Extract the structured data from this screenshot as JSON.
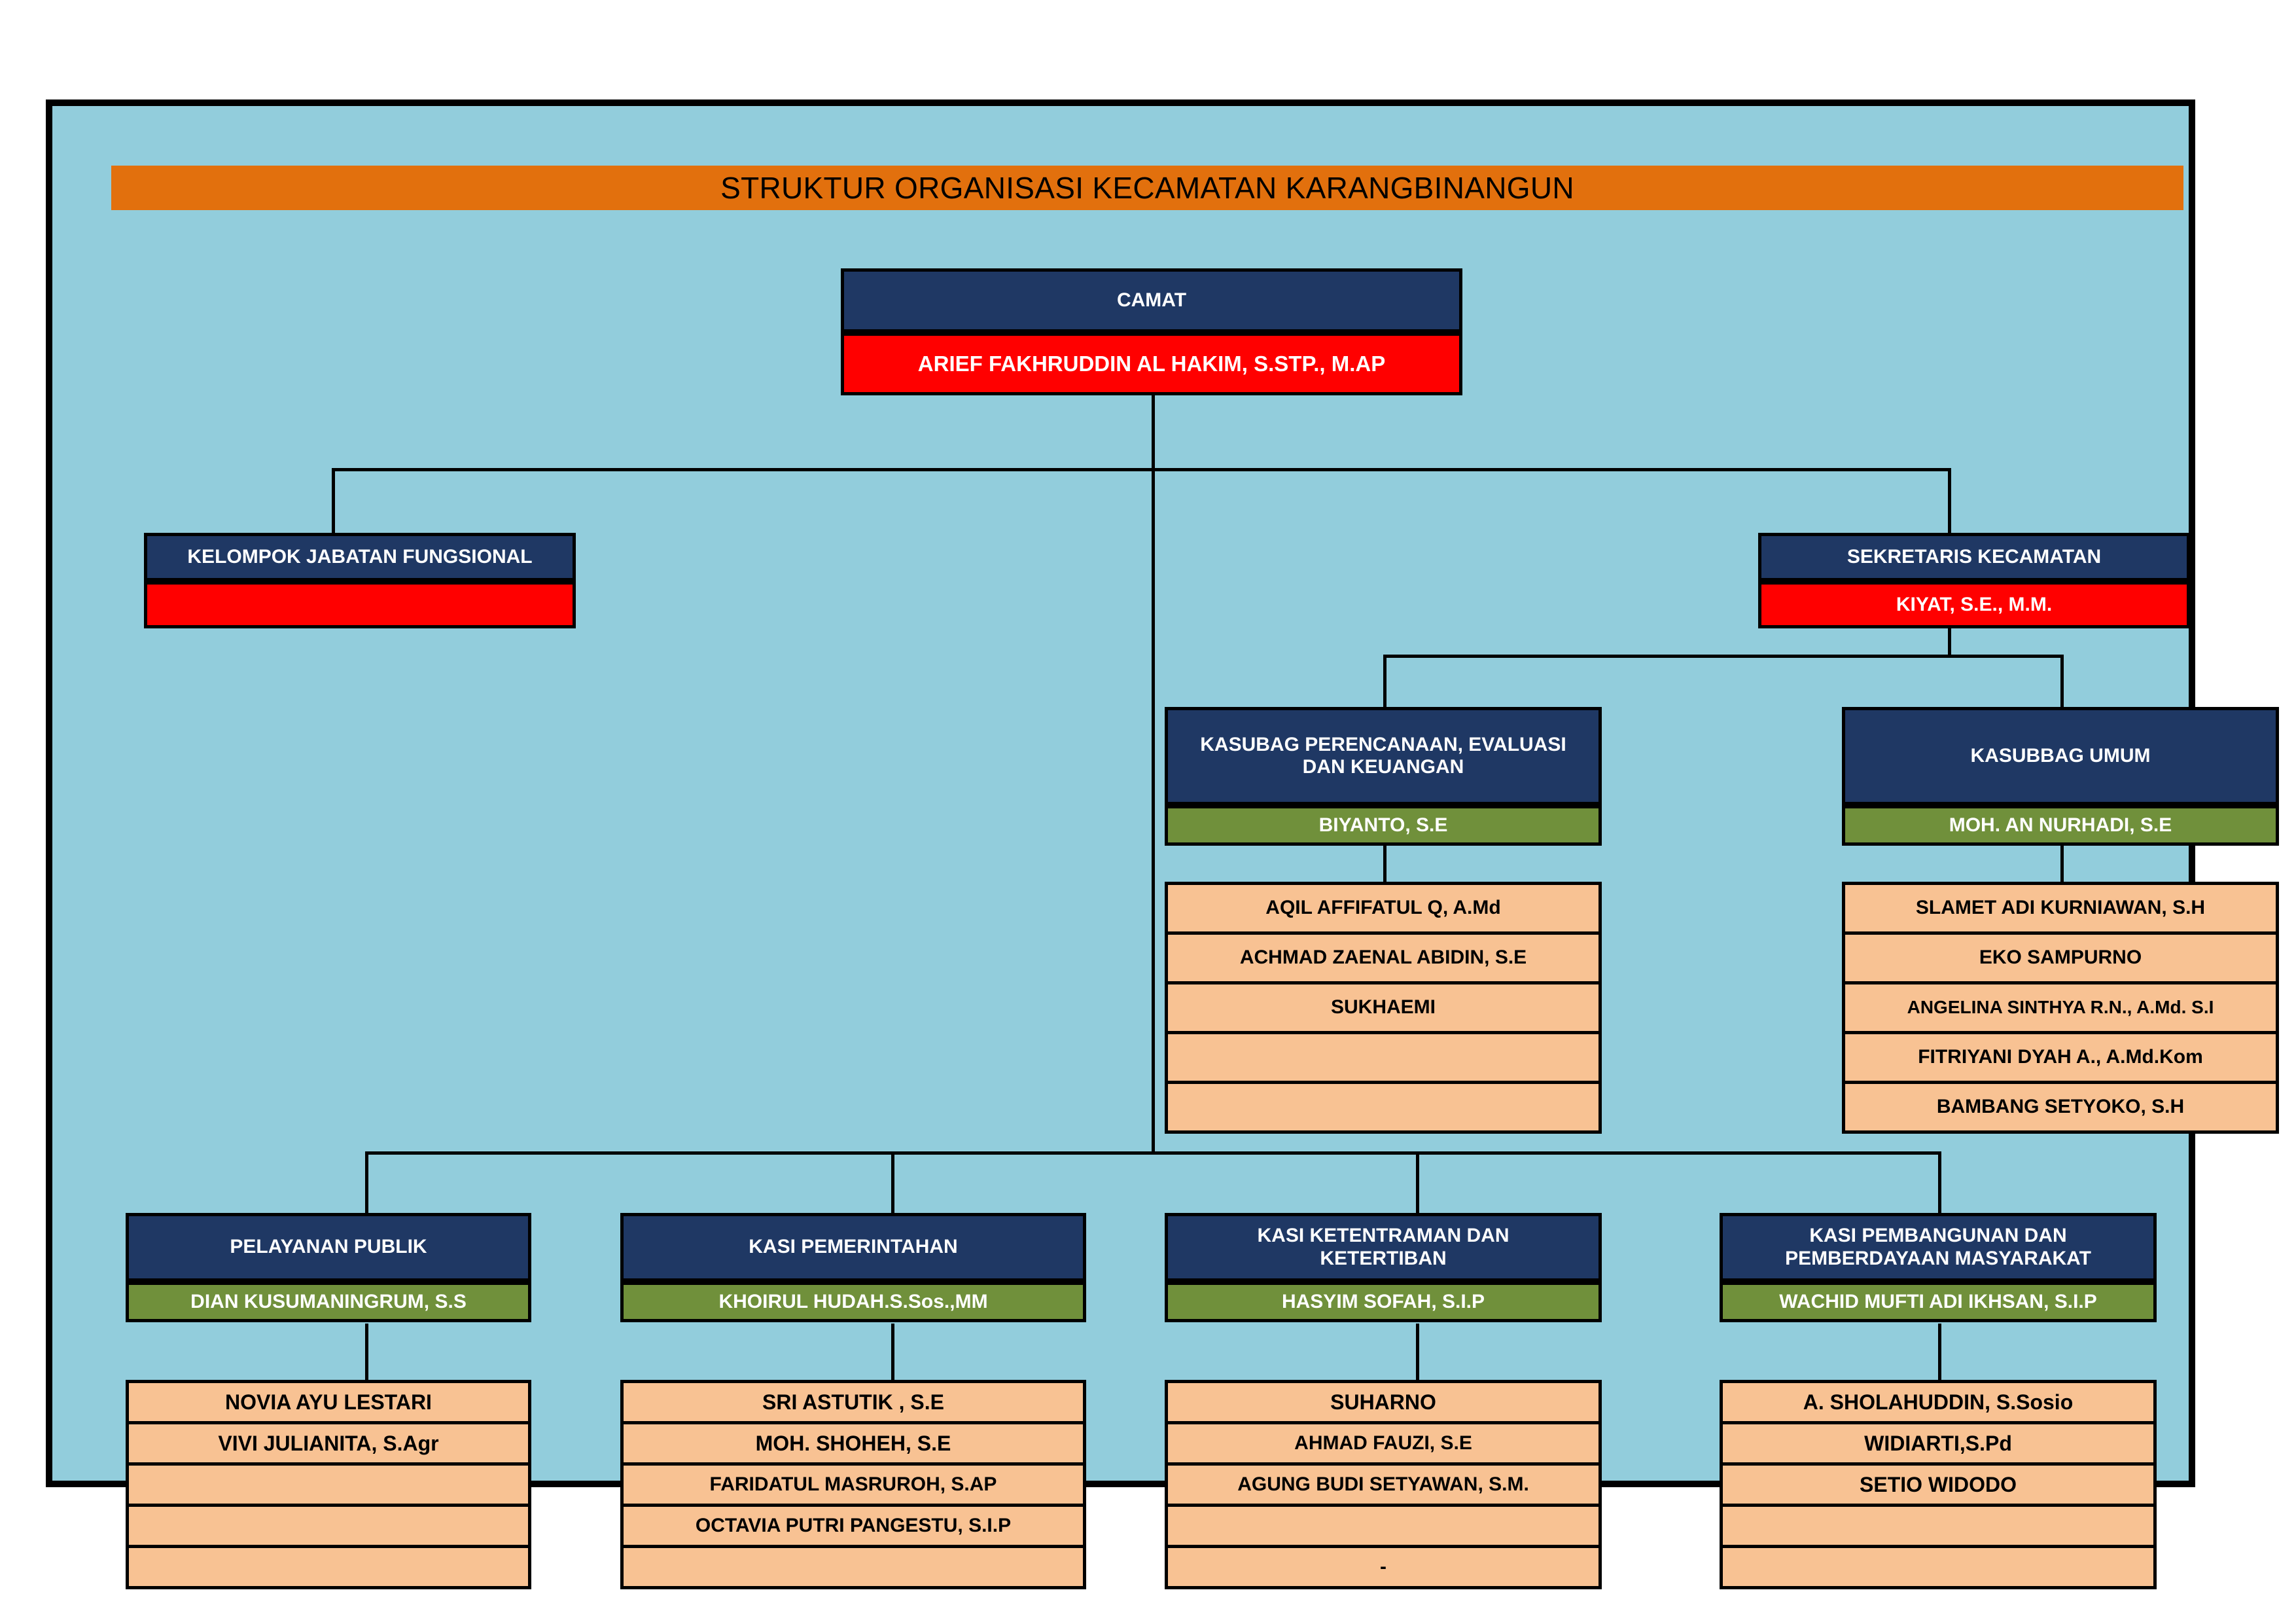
{
  "banner": {
    "title": "STRUKTUR ORGANISASI KECAMATAN KARANGBINANGUN"
  },
  "colors": {
    "background": "#92cddc",
    "banner": "#e2700d",
    "position_box": "#1f3864",
    "name_box_red": "#ff0000",
    "name_box_green": "#70903b",
    "staff_box": "#f8c293",
    "border": "#000000"
  },
  "nodes": {
    "camat": {
      "title": "CAMAT",
      "name": "ARIEF FAKHRUDDIN AL HAKIM, S.STP., M.AP"
    },
    "fungsional": {
      "title": "KELOMPOK JABATAN FUNGSIONAL",
      "name": ""
    },
    "sekretaris": {
      "title": "SEKRETARIS KECAMATAN",
      "name": "KIYAT, S.E., M.M."
    },
    "kasubag_perencanaan": {
      "title": "KASUBAG PERENCANAAN, EVALUASI DAN KEUANGAN",
      "title_line1": "KASUBAG PERENCANAAN, EVALUASI",
      "title_line2": "DAN KEUANGAN",
      "name": "BIYANTO, S.E",
      "staff": [
        "AQIL AFFIFATUL Q, A.Md",
        "ACHMAD ZAENAL ABIDIN, S.E",
        "SUKHAEMI",
        "",
        ""
      ]
    },
    "kasubbag_umum": {
      "title": "KASUBBAG UMUM",
      "name": "MOH. AN NURHADI, S.E",
      "staff": [
        "SLAMET ADI KURNIAWAN, S.H",
        "EKO SAMPURNO",
        "ANGELINA SINTHYA R.N., A.Md. S.I",
        "FITRIYANI DYAH A., A.Md.Kom",
        "BAMBANG SETYOKO, S.H"
      ]
    },
    "pelayanan_publik": {
      "title": "PELAYANAN PUBLIK",
      "name": "DIAN KUSUMANINGRUM, S.S",
      "staff": [
        "NOVIA AYU LESTARI",
        "VIVI JULIANITA, S.Agr",
        "",
        "",
        ""
      ]
    },
    "kasi_pemerintahan": {
      "title": "KASI PEMERINTAHAN",
      "name": "KHOIRUL HUDAH.S.Sos.,MM",
      "staff": [
        "SRI ASTUTIK , S.E",
        "MOH. SHOHEH, S.E",
        "FARIDATUL MASRUROH, S.AP",
        "OCTAVIA PUTRI PANGESTU, S.I.P",
        ""
      ]
    },
    "kasi_ketentraman": {
      "title": "KASI KETENTRAMAN DAN KETERTIBAN",
      "title_line1": "KASI KETENTRAMAN DAN",
      "title_line2": "KETERTIBAN",
      "name": "HASYIM SOFAH, S.I.P",
      "staff": [
        "SUHARNO",
        "AHMAD FAUZI, S.E",
        "AGUNG BUDI SETYAWAN, S.M.",
        "",
        "-"
      ]
    },
    "kasi_pembangunan": {
      "title": "KASI PEMBANGUNAN DAN PEMBERDAYAAN MASYARAKAT",
      "title_line1": "KASI PEMBANGUNAN DAN",
      "title_line2": "PEMBERDAYAAN MASYARAKAT",
      "name": "WACHID MUFTI ADI IKHSAN, S.I.P",
      "staff": [
        "A. SHOLAHUDDIN, S.Sosio",
        "WIDIARTI,S.Pd",
        "SETIO WIDODO",
        "",
        ""
      ]
    }
  }
}
